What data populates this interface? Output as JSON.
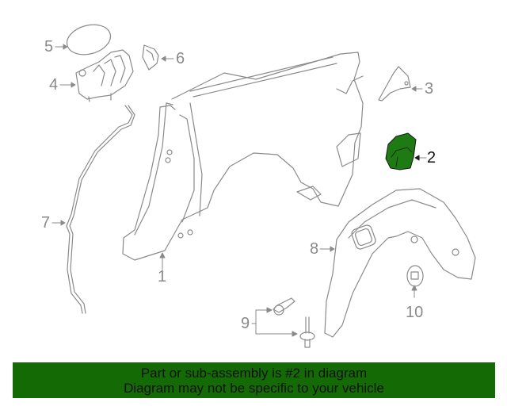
{
  "diagram": {
    "highlight_color": "#1e7a12",
    "line_color": "#8a8a8a",
    "callouts": [
      {
        "id": "1",
        "label": "1"
      },
      {
        "id": "2",
        "label": "2"
      },
      {
        "id": "3",
        "label": "3"
      },
      {
        "id": "4",
        "label": "4"
      },
      {
        "id": "5",
        "label": "5"
      },
      {
        "id": "6",
        "label": "6"
      },
      {
        "id": "7",
        "label": "7"
      },
      {
        "id": "8",
        "label": "8"
      },
      {
        "id": "9",
        "label": "9"
      },
      {
        "id": "10",
        "label": "10"
      }
    ]
  },
  "banner": {
    "line1": "Part or sub-assembly is #2 in diagram",
    "line2": "Diagram may not be specific to your vehicle",
    "background": "#146b06"
  }
}
